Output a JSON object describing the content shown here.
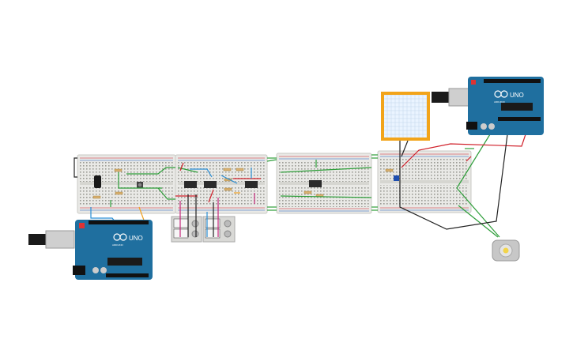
{
  "canvas": {
    "background": "#ffffff"
  },
  "arduino_boards": [
    {
      "id": "arduino-left",
      "logo_text": "UNO",
      "brand_text": "ARDUINO"
    },
    {
      "id": "arduino-top-right",
      "logo_text": "UNO",
      "brand_text": "ARDUINO"
    }
  ],
  "ic_chips": [
    "chip-1",
    "chip-2",
    "chip-3",
    "chip-4",
    "chip-5"
  ],
  "motor": {
    "icon": "dc-motor-icon"
  },
  "display": {
    "icon": "lcd-grid-icon"
  },
  "colors": {
    "arduino_blue": "#1f6f9f",
    "breadboard": "#e9e9e6",
    "wire_green": "#2e9e3a",
    "wire_red": "#d0202a",
    "wire_black": "#222222",
    "wire_blue": "#2a8fd6",
    "wire_pink": "#c4267a",
    "wire_orange": "#f0a020",
    "display_frame": "#f2a41a"
  }
}
